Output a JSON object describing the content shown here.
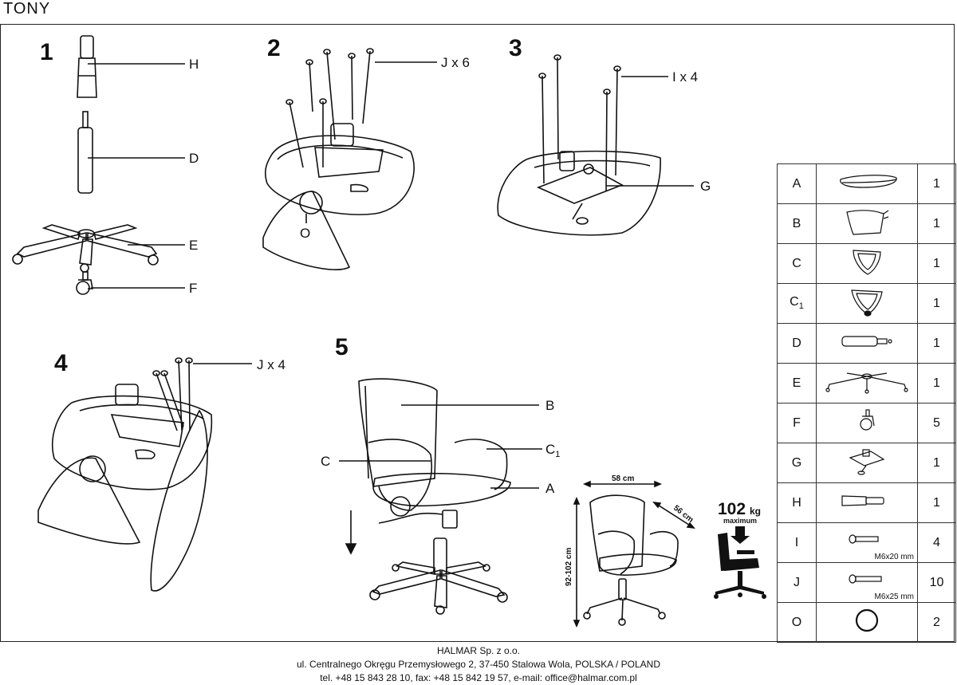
{
  "title": "TONY",
  "steps": [
    {
      "number": "1",
      "labels": [
        "H",
        "D",
        "E",
        "F"
      ]
    },
    {
      "number": "2",
      "labels": [
        "J x 6",
        "O"
      ]
    },
    {
      "number": "3",
      "labels": [
        "I x 4",
        "G"
      ]
    },
    {
      "number": "4",
      "labels": [
        "J x 4"
      ]
    },
    {
      "number": "5",
      "labels": [
        "B",
        "C",
        "C1",
        "A"
      ]
    }
  ],
  "dimensions": {
    "width": "58 cm",
    "depth": "56 cm",
    "height": "92-102 cm",
    "max_load": "102",
    "max_load_unit": "kg",
    "max_load_caption": "maximum"
  },
  "parts": [
    {
      "letter": "A",
      "sub": "",
      "qty": "1",
      "spec": ""
    },
    {
      "letter": "B",
      "sub": "",
      "qty": "1",
      "spec": ""
    },
    {
      "letter": "C",
      "sub": "",
      "qty": "1",
      "spec": ""
    },
    {
      "letter": "C",
      "sub": "1",
      "qty": "1",
      "spec": ""
    },
    {
      "letter": "D",
      "sub": "",
      "qty": "1",
      "spec": ""
    },
    {
      "letter": "E",
      "sub": "",
      "qty": "1",
      "spec": ""
    },
    {
      "letter": "F",
      "sub": "",
      "qty": "5",
      "spec": ""
    },
    {
      "letter": "G",
      "sub": "",
      "qty": "1",
      "spec": ""
    },
    {
      "letter": "H",
      "sub": "",
      "qty": "1",
      "spec": ""
    },
    {
      "letter": "I",
      "sub": "",
      "qty": "4",
      "spec": "M6x20 mm"
    },
    {
      "letter": "J",
      "sub": "",
      "qty": "10",
      "spec": "M6x25 mm"
    },
    {
      "letter": "O",
      "sub": "",
      "qty": "2",
      "spec": ""
    }
  ],
  "footer": {
    "company": "HALMAR Sp. z o.o.",
    "address": "ul. Centralnego Okręgu Przemysłowego 2, 37-450 Stalowa Wola, POLSKA / POLAND",
    "contact": "tel. +48 15 843 28 10, fax: +48 15 842 19 57, e-mail: office@halmar.com.pl"
  }
}
